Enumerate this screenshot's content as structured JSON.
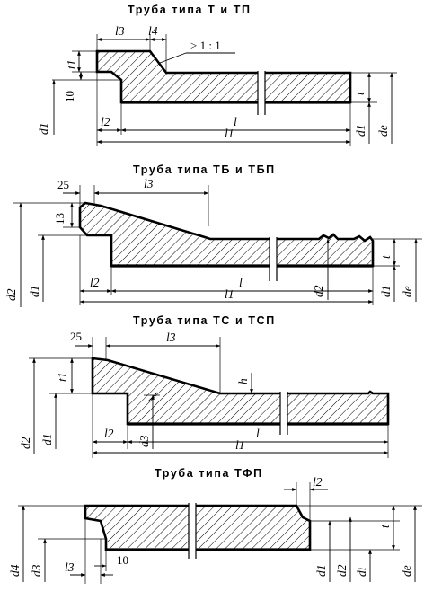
{
  "sections": [
    {
      "title": "Труба типа Т и ТП",
      "dims": {
        "l3": "l3",
        "l4": "l4",
        "slope": "> 1 : 1",
        "t1": "t1",
        "ten": "10",
        "t": "t",
        "d1_left": "d1",
        "d1_right": "d1",
        "de": "de",
        "l2": "l2",
        "l": "l",
        "l1": "l1"
      }
    },
    {
      "title": "Труба типа ТБ и ТБП",
      "dims": {
        "d25": "25",
        "l3": "l3",
        "thirteen": "13",
        "d2_left": "d2",
        "d1_left": "d1",
        "t": "t",
        "d2_mid": "d2",
        "d1_right": "d1",
        "de": "de",
        "l2": "l2",
        "l": "l",
        "l1": "l1"
      }
    },
    {
      "title": "Труба типа ТС и ТСП",
      "dims": {
        "d25": "25",
        "l3": "l3",
        "t1": "t1",
        "h": "h",
        "d2": "d2",
        "d1": "d1",
        "d3": "d3",
        "l2": "l2",
        "l": "l",
        "l1": "l1"
      }
    },
    {
      "title": "Труба типа ТФП",
      "dims": {
        "l2": "l2",
        "t": "t",
        "d4": "d4",
        "d3": "d3",
        "l3": "l3",
        "ten": "10",
        "d1": "d1",
        "d2": "d2",
        "di": "di",
        "de": "de"
      }
    }
  ]
}
